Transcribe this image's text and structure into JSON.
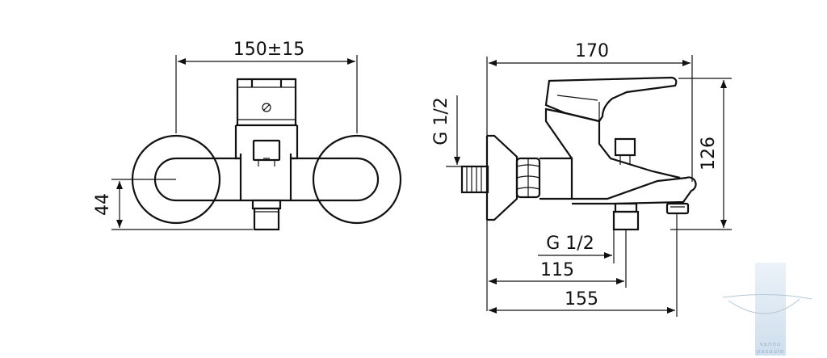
{
  "front_view": {
    "width_dim": "150±15",
    "height_dim": "44"
  },
  "side_view": {
    "depth_dim": "170",
    "height_dim": "126",
    "inlet_thread": "G 1/2",
    "outlet_thread": "G 1/2",
    "outlet_dim": "115",
    "overall_dim": "155"
  },
  "watermark": {
    "line1": "vannu",
    "line2": "pasaule"
  },
  "colors": {
    "line": "#111111",
    "watermark": "#9fb3c6"
  }
}
